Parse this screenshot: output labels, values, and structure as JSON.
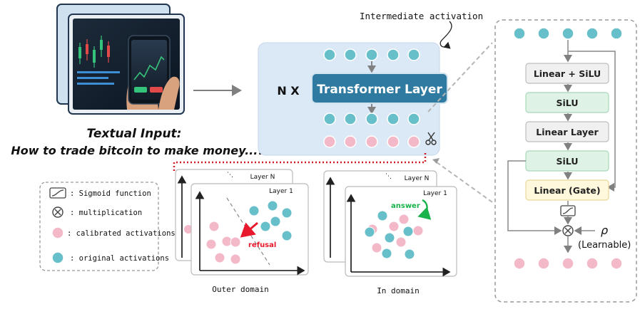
{
  "input": {
    "title": "Textual Input:",
    "prompt": "How to trade bitcoin to make money...?"
  },
  "main": {
    "repeat_label": "N X",
    "layer_label": "Transformer Layer",
    "annotation": "Intermediate activation"
  },
  "module": {
    "blocks": [
      "Linear + SiLU",
      "SiLU",
      "Linear Layer",
      "SiLU",
      "Linear (Gate)"
    ],
    "rho": "ρ",
    "rho_note": "(Learnable)"
  },
  "legend": {
    "sigmoid": ": Sigmoid function",
    "multiplication": ": multiplication",
    "calibrated": ": calibrated activations",
    "original": ": original activations"
  },
  "plots": {
    "outer": {
      "layer_back": "Layer N",
      "layer_front": "Layer 1",
      "tag": "refusal",
      "caption": "Outer domain"
    },
    "inner": {
      "layer_back": "Layer N",
      "layer_front": "Layer 1",
      "tag": "answer",
      "caption": "In domain"
    }
  },
  "colors": {
    "teal": "#67bfc9",
    "pink": "#f4b9c8",
    "panel": "#dbe8f5",
    "layer": "#2e7aa0",
    "green_block": "#def3e6",
    "gray_block": "#f0f0f0",
    "gate_block": "#fff8dc",
    "refusal": "#e8192c",
    "answer": "#18b34a"
  }
}
